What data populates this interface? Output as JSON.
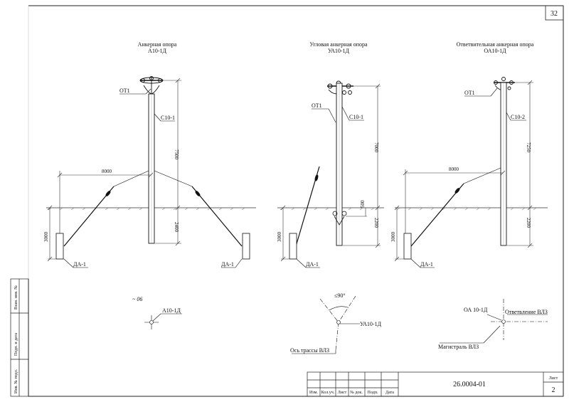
{
  "sheet": {
    "page_number": "32",
    "document_code": "26.0004-01",
    "sheet_label": "Лист",
    "sheet_number": "2",
    "stamp_columns": [
      "Изм.",
      "Кол.уч.",
      "Лист",
      "№ док.",
      "Подп.",
      "Дата"
    ],
    "margin_labels": [
      "Инв. № подл.",
      "Подп. и дата",
      "Взам. инв. №"
    ]
  },
  "pole_anchor": {
    "title": "Анкерная опора",
    "code": "А10-1Д",
    "insulator_label": "ОТ1",
    "pole_label": "С10-1",
    "height_above": "7500",
    "height_below": "2400",
    "guy_distance": "8000",
    "anchor_depth": "3000",
    "anchor_left": "ДА-1",
    "anchor_right": "ДА-1"
  },
  "pole_corner": {
    "title": "Угловая анкерная опора",
    "code": "УА10-1Д",
    "insulator_label": "ОТ1",
    "pole_label": "С10-1",
    "height_above": "7000",
    "height_below": "2200",
    "mid_dim": "500",
    "anchor_depth": "3000",
    "anchor": "ДА-1"
  },
  "pole_branch": {
    "title": "Ответвительная анкерная опора",
    "code": "ОА10-1Д",
    "insulator_label": "ОТ1",
    "pole_label": "С10-2",
    "height_above": "7250",
    "height_below": "2200",
    "guy_distance": "8000",
    "anchor_depth": "3000",
    "anchor": "ДА-1"
  },
  "plan_anchor": {
    "code": "А10-1Д",
    "note": "~ 06"
  },
  "plan_corner": {
    "angle": "≤90°",
    "code": "УА10-1Д",
    "axis_label": "Ось трассы ВЛЗ"
  },
  "plan_branch": {
    "code": "ОА 10-1Д",
    "branch_label": "Ответвление ВЛЗ",
    "main_label": "Магистраль ВЛЗ"
  }
}
